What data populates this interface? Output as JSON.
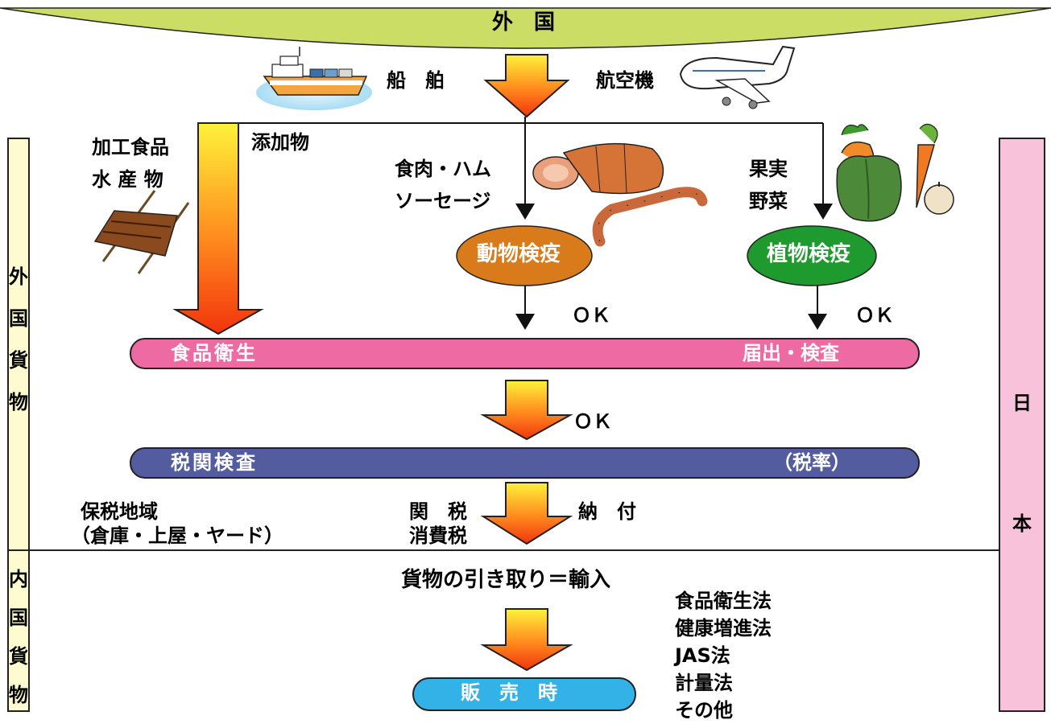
{
  "top_banner": {
    "label": "外　国"
  },
  "transport": {
    "ship": "船　舶",
    "plane": "航空機"
  },
  "left_flow": {
    "processed": [
      "加工食品",
      "水 産 物"
    ],
    "additives": "添加物"
  },
  "meat": {
    "label": [
      "食肉・ハム",
      "ソーセージ"
    ],
    "inspection": "動物検疫",
    "ok": "ＯＫ"
  },
  "plant": {
    "label": [
      "果実",
      "野菜"
    ],
    "inspection": "植物検疫",
    "ok": "ＯＫ"
  },
  "food_sanitation_bar": {
    "left": "食品衛生",
    "right": "届出・検査"
  },
  "mid_ok": "ＯＫ",
  "customs_bar": {
    "left": "税関検査",
    "right": "（税率）"
  },
  "bonded": {
    "line1": "保税地域",
    "line2": "（倉庫・上屋・ヤード）"
  },
  "taxes": {
    "duty": "関　税",
    "consumption": "消費税",
    "payment": "納　付"
  },
  "release": "貨物の引き取り＝輸入",
  "laws": [
    "食品衛生法",
    "健康増進法",
    "JAS法",
    "計量法",
    "その他"
  ],
  "sale": "販　売　時",
  "side": {
    "foreign_cargo": [
      "外",
      "国",
      "貨",
      "物"
    ],
    "domestic_cargo": [
      "内",
      "国",
      "貨",
      "物"
    ],
    "japan": [
      "日",
      "本"
    ]
  },
  "colors": {
    "banner_green": "#CCDD66",
    "side_yellow": "#FFFBD0",
    "side_pink": "#F8C3DA",
    "food_bar_pink": "#EE6AA2",
    "customs_bar_blue": "#535C9E",
    "animal_orange": "#D97A1B",
    "plant_green": "#1E9A2E",
    "sale_cyan": "#33B2E8"
  },
  "icons": [
    "ship-icon",
    "airplane-icon",
    "kebab-icon",
    "meat-icon",
    "sausage-icon",
    "vegetables-icon"
  ]
}
